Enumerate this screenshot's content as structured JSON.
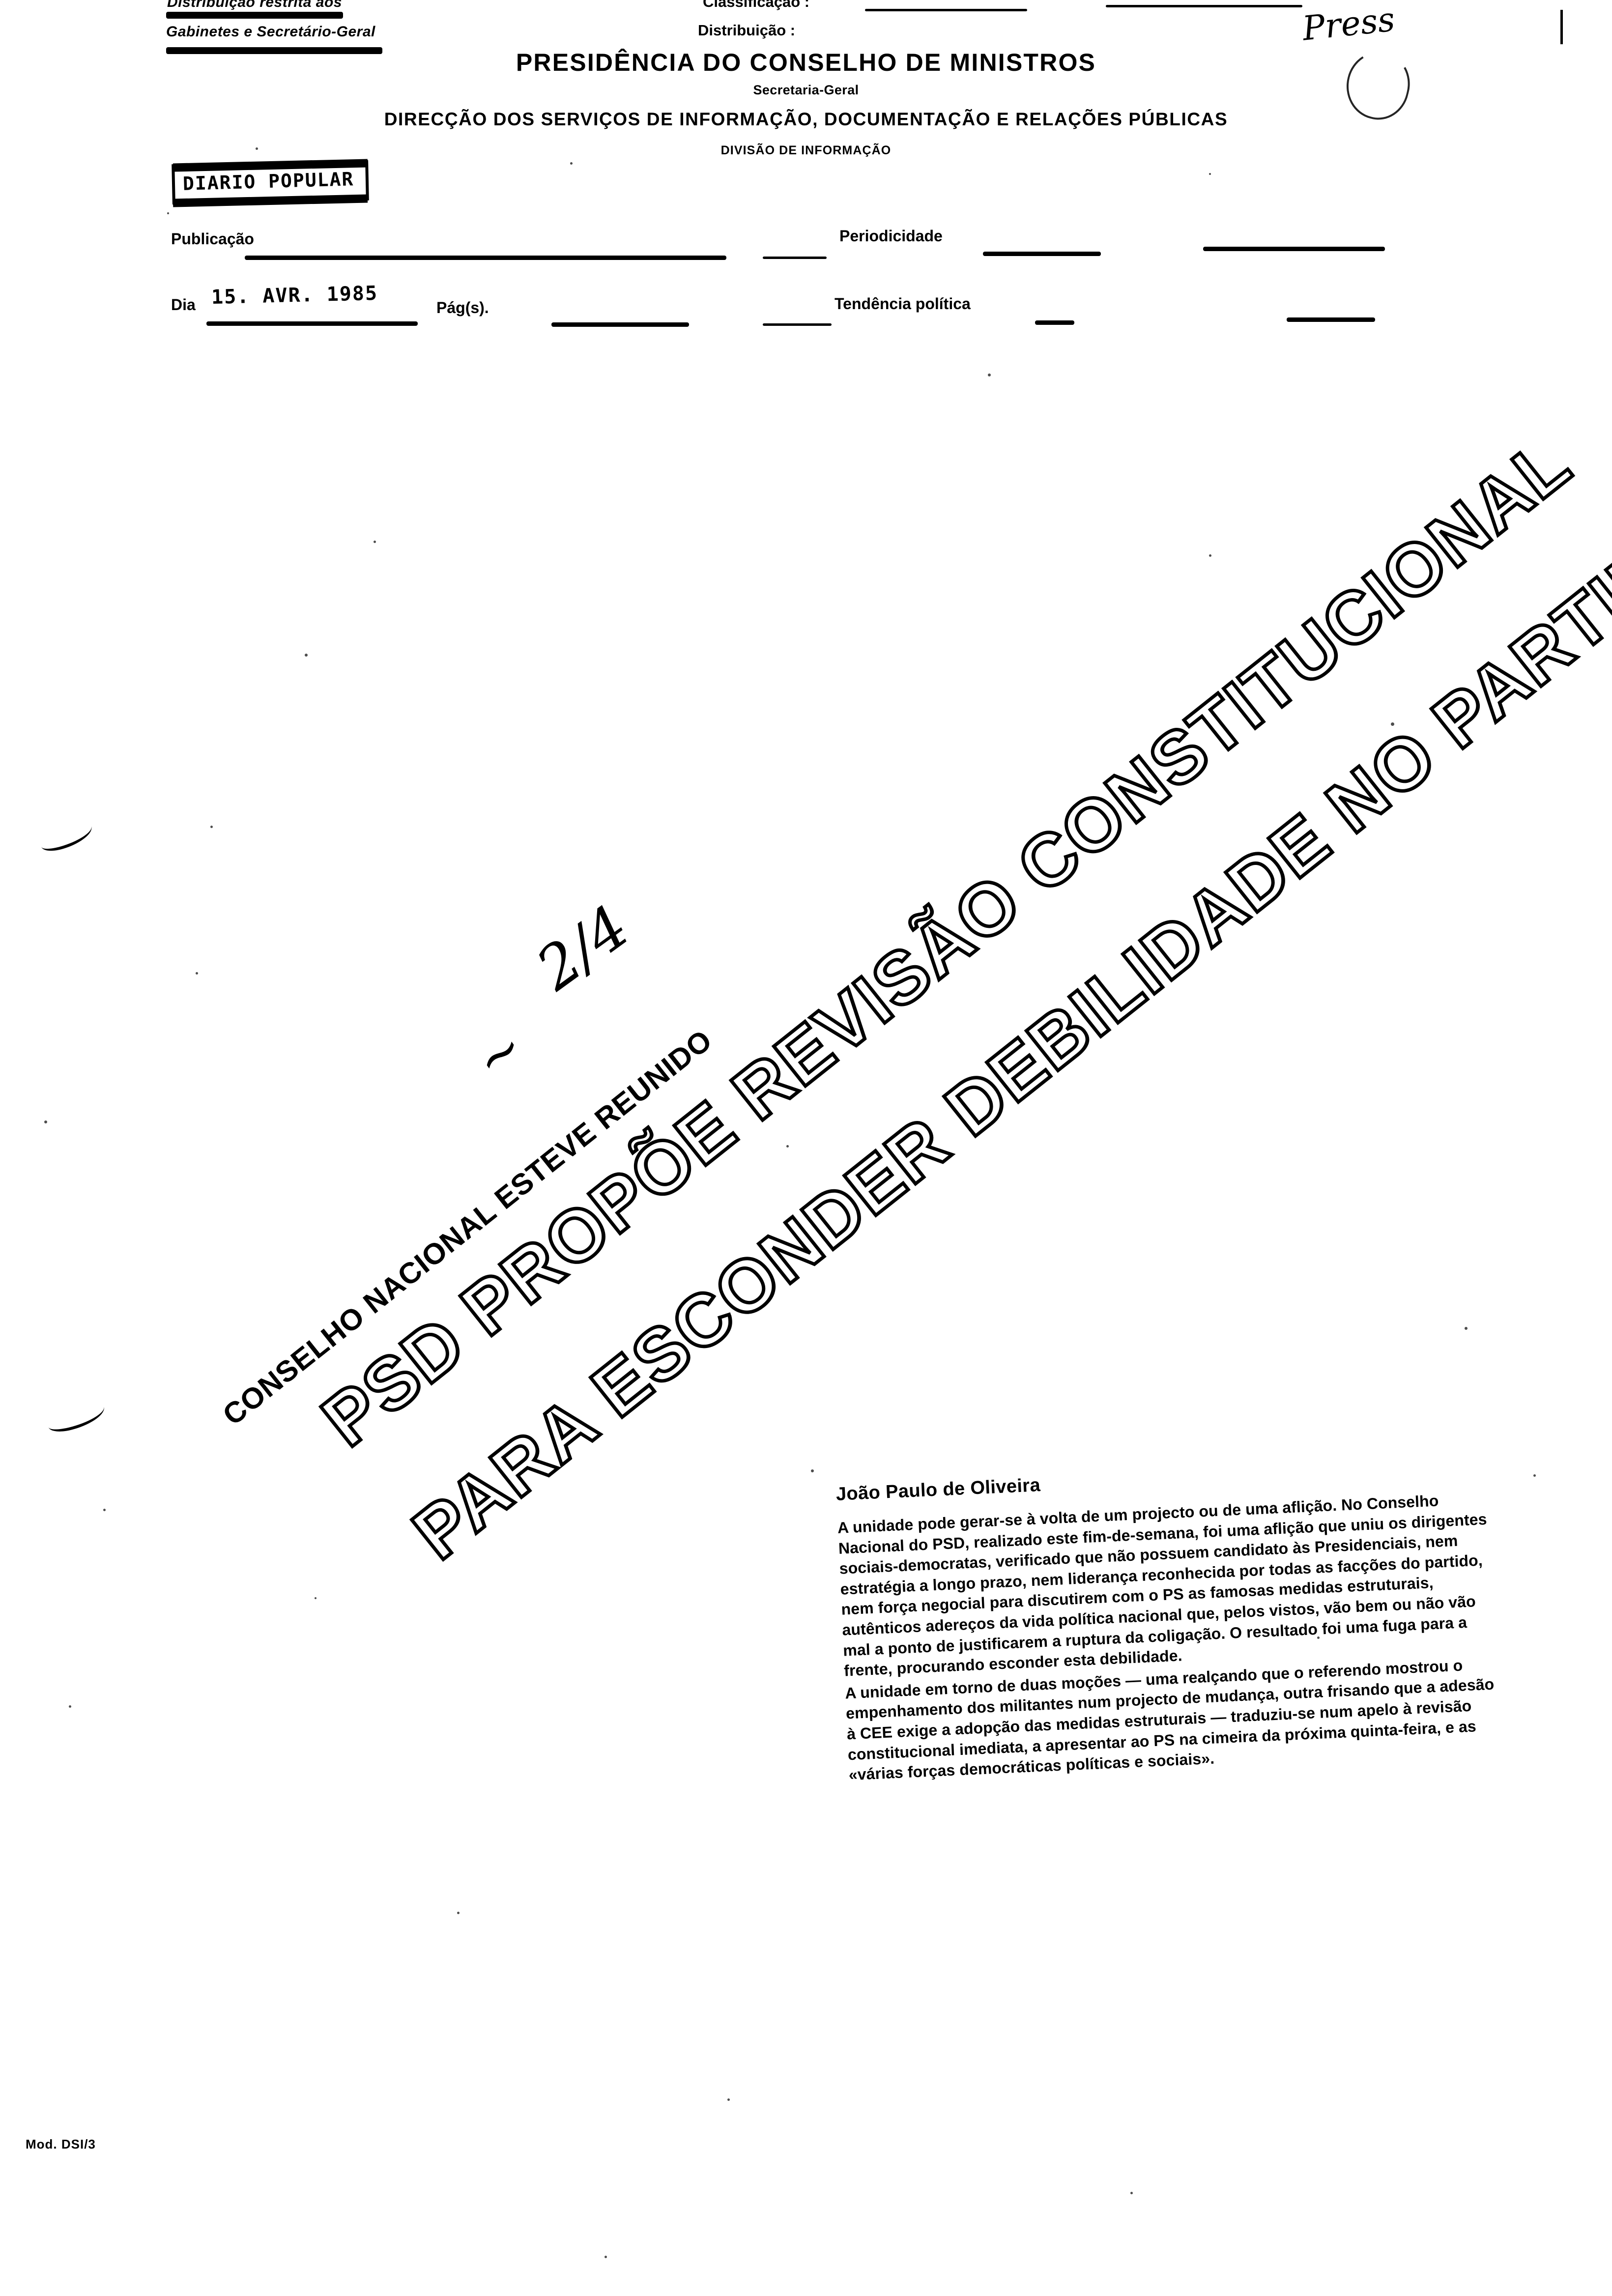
{
  "form": {
    "distribution_restricted_line1": "Distribuição restrita aos",
    "distribution_restricted_line2": "Gabinetes e Secretário-Geral",
    "classification_label": "Classificação :",
    "distribution_label": "Distribuição :",
    "title_main": "PRESIDÊNCIA DO CONSELHO DE MINISTROS",
    "title_sub": "Secretaria-Geral",
    "title_dept": "DIRECÇÃO DOS SERVIÇOS DE INFORMAÇÃO, DOCUMENTAÇÃO E RELAÇÕES PÚBLICAS",
    "title_division": "DIVISÃO DE INFORMAÇÃO",
    "publication_stamp": "DIARIO POPULAR",
    "publication_label": "Publicação",
    "periodicity_label": "Periodicidade",
    "day_label": "Dia",
    "day_value": "15. AVR. 1985",
    "pages_label": "Pág(s).",
    "political_tendency_label": "Tendência política",
    "form_code": "Mod. DSI/3",
    "handwritten_annotation": "Press"
  },
  "clipping": {
    "kicker": "CONSELHO NACIONAL ESTEVE REUNIDO",
    "headline_lines": [
      "PSD PROPÕE REVISÃO CONSTITUCIONAL",
      "PARA ESCONDER DEBILIDADE NO PARTIDO"
    ],
    "headline_full": "PSD PROPÕE REVISÃO CONSTITUCIONAL PARA ESCONDER DEBILIDADE NO PARTIDO",
    "handwritten_marks": [
      "2/4",
      "~"
    ],
    "byline": "João Paulo de Oliveira",
    "paragraphs": [
      "A unidade pode gerar-se à volta de um projecto ou de uma aflição. No Conselho Nacional do PSD, realizado este fim-de-semana, foi uma aflição que uniu os dirigentes sociais-democratas, verificado que não possuem candidato às Presidenciais, nem estratégia a longo prazo, nem liderança reconhecida por todas as facções do partido, nem força negocial para discutirem com o PS as famosas medidas estruturais, autênticos adereços da vida política nacional que, pelos vistos, vão bem ou não vão mal a ponto de justificarem a ruptura da coligação. O resultado foi uma fuga para a frente, procurando esconder esta debilidade.",
      "A unidade em torno de duas moções — uma realçando que o referendo mostrou o empenhamento dos militantes num projecto de mudança, outra frisando que a adesão à CEE exige a adopção das medidas estruturais — traduziu-se num apelo à revisão constitucional imediata, a apresentar ao PS na cimeira da próxima quinta-feira, e as «várias forças democráticas políticas e sociais»."
    ]
  },
  "colors": {
    "ink": "#000000",
    "paper": "#ffffff"
  }
}
